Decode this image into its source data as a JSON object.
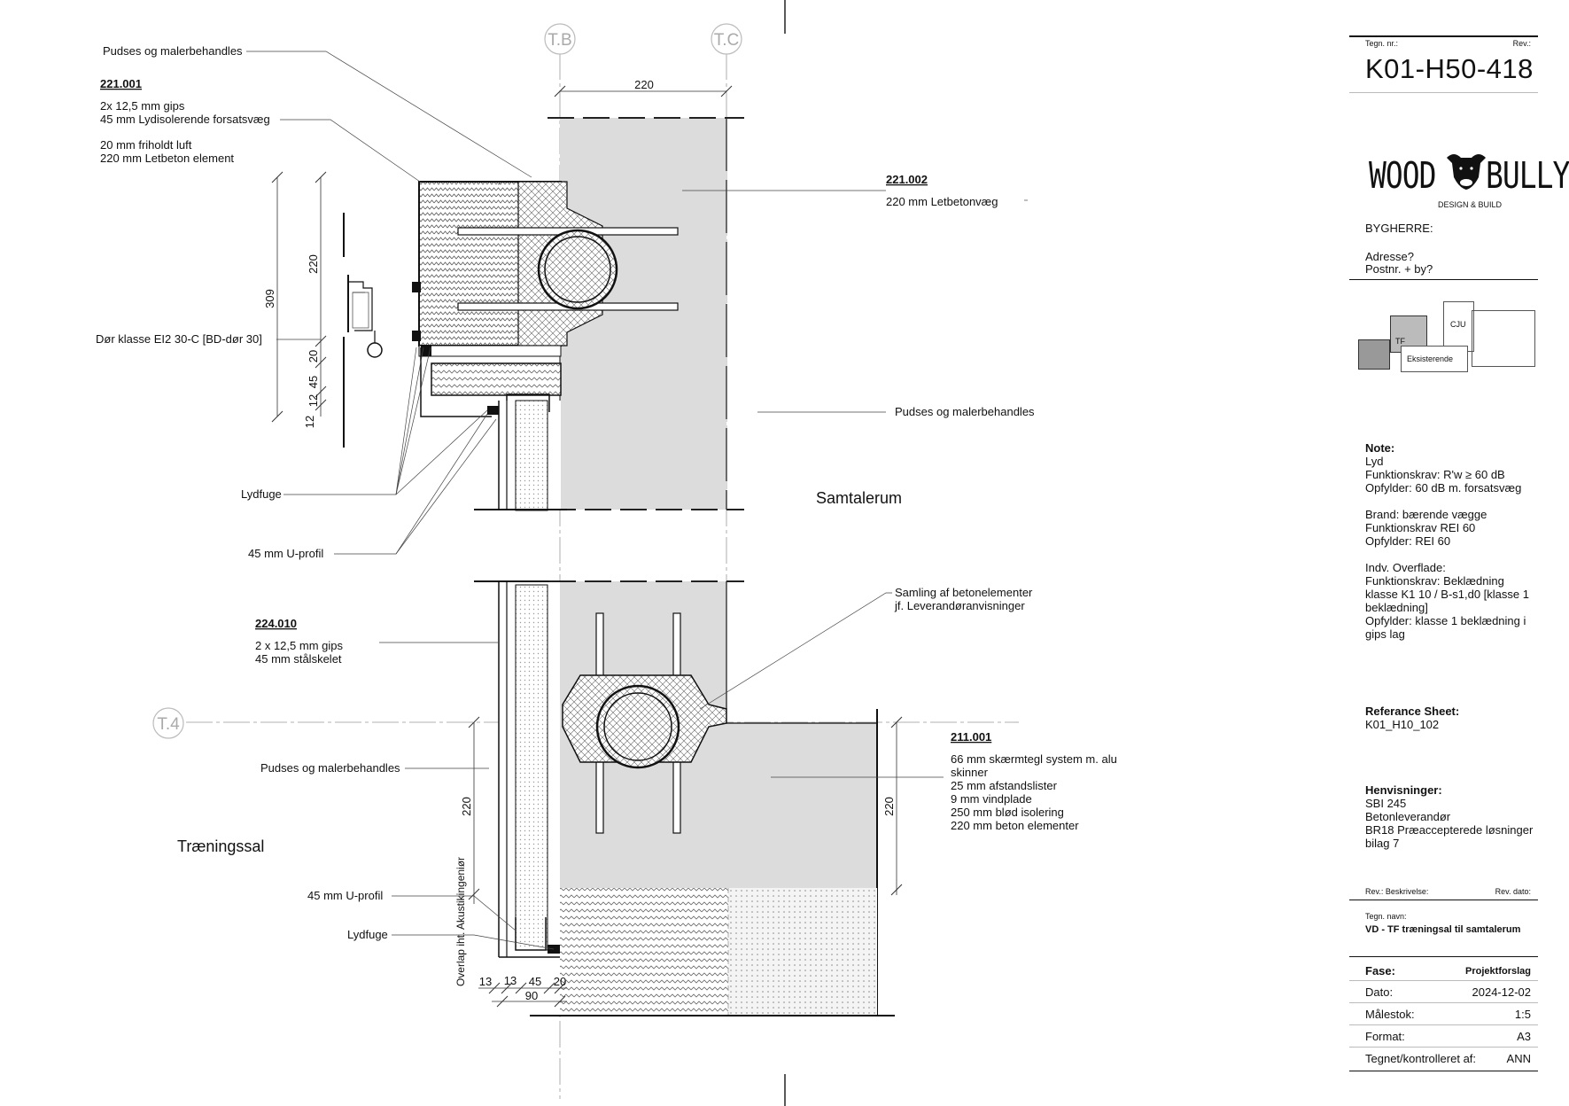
{
  "drawing": {
    "grid_labels": {
      "tb": "T.B",
      "tc": "T.C",
      "t4": "T.4"
    },
    "dims": {
      "top_220": "220",
      "left_309": "309",
      "left_220": "220",
      "left_20": "20",
      "left_45": "45",
      "left_12a": "12",
      "left_12b": "12",
      "lower_220": "220",
      "right_220": "220",
      "bot_13a": "13",
      "bot_13b": "13",
      "bot_45": "45",
      "bot_20": "20",
      "bot_90": "90",
      "overlap": "Overlap iht. Akustikingeniør"
    },
    "annotations": {
      "pudses_top": "Pudses og malerbehandles",
      "c221001_code": "221.001",
      "c221001_l1": "2x 12,5 mm gips",
      "c221001_l2": "45 mm Lydisolerende forsatsvæg",
      "c221001_l3": "20 mm friholdt luft",
      "c221001_l4": "220 mm Letbeton element",
      "dor": "Dør klasse EI2 30-C [BD-dør 30]",
      "lydfuge_top": "Lydfuge",
      "uprofil_top": "45 mm U-profil",
      "c224010_code": "224.010",
      "c224010_l1": "2 x 12,5 mm gips",
      "c224010_l2": "45 mm stålskelet",
      "pudses_left": "Pudses og malerbehandles",
      "uprofil_bot": "45 mm U-profil",
      "lydfuge_bot": "Lydfuge",
      "c221002_code": "221.002",
      "c221002_l1": "220 mm Letbetonvæg",
      "pudses_right": "Pudses og malerbehandles",
      "samling_l1": "Samling af betonelementer",
      "samling_l2": "jf. Leverandøranvisninger",
      "c211001_code": "211.001",
      "c211001_l1": "66 mm skærmtegl system m. alu",
      "c211001_l2": "skinner",
      "c211001_l3": "25 mm afstandslister",
      "c211001_l4": "9 mm vindplade",
      "c211001_l5": "250 mm blød isolering",
      "c211001_l6": "220 mm beton elementer"
    },
    "rooms": {
      "samtalerum": "Samtalerum",
      "traeningssal": "Træningssal"
    }
  },
  "titleblock": {
    "tegn_nr_label": "Tegn. nr.:",
    "rev_label": "Rev.:",
    "drawing_number": "K01-H50-418",
    "logo_left": "WOOD",
    "logo_right": "BULLY",
    "logo_sub": "DESIGN & BUILD",
    "bygherre": "BYGHERRE:",
    "adresse": "Adresse?",
    "postnr": "Postnr. + by?",
    "key_plan": {
      "tf": "TF",
      "cju": "CJU",
      "eksisterende": "Eksisterende"
    },
    "note_heading": "Note:",
    "note_lines": [
      "Lyd",
      "Funktionskrav: R'w ≥ 60 dB",
      "Opfylder: 60 dB m. forsatsvæg",
      "",
      "Brand: bærende vægge",
      "Funktionskrav REI 60",
      "Opfylder: REI 60",
      "",
      "Indv. Overflade:",
      "Funktionskrav: Beklædning",
      "klasse K1 10 / B-s1,d0 [klasse 1",
      "beklædning]",
      "Opfylder: klasse 1 beklædning i",
      "gips lag"
    ],
    "ref_heading": "Referance Sheet:",
    "ref_value": "K01_H10_102",
    "henv_heading": "Henvisninger:",
    "henv_lines": [
      "SBI 245",
      "Betonleverandør",
      "BR18 Præaccepterede løsninger",
      "bilag 7"
    ],
    "rev_besk_label": "Rev.: Beskrivelse:",
    "rev_dato_label": "Rev. dato:",
    "tegn_navn_label": "Tegn. navn:",
    "tegn_navn": "VD - TF træningsal til samtalerum",
    "fase_label": "Fase:",
    "fase_value": "Projektforslag",
    "dato_label": "Dato:",
    "dato_value": "2024-12-02",
    "malestok_label": "Målestok:",
    "malestok_value": "1:5",
    "format_label": "Format:",
    "format_value": "A3",
    "tegnet_label": "Tegnet/kontrolleret af:",
    "tegnet_value": "ANN"
  }
}
